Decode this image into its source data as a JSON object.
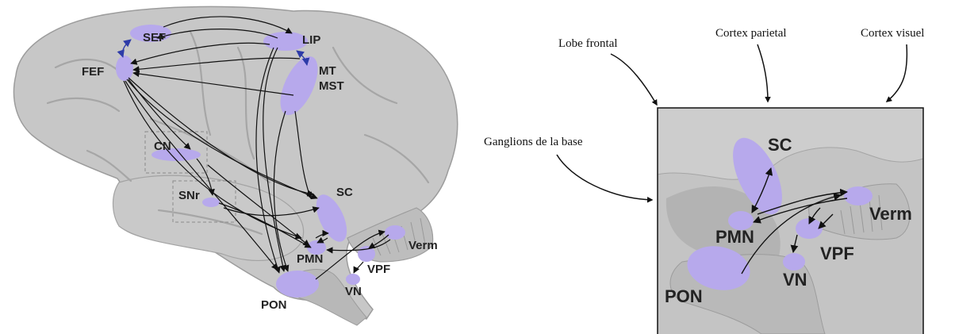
{
  "colors": {
    "region": "#b7a9ec",
    "brain": "#c7c7c7",
    "brain_dark": "#a6a6a6",
    "arrow": "#111111",
    "blue_arrow": "#2d3ba8",
    "dashed_box": "#8a8a8a"
  },
  "left_panel": {
    "labels": {
      "sef": "SEF",
      "lip": "LIP",
      "fef": "FEF",
      "mt": "MT",
      "mst": "MST",
      "cn": "CN",
      "snr": "SNr",
      "sc": "SC",
      "pmn": "PMN",
      "verm": "Verm",
      "vpf": "VPF",
      "vn": "VN",
      "pon": "PON"
    }
  },
  "right_panel": {
    "captions": {
      "lobe_frontal": "Lobe frontal",
      "cortex_parietal": "Cortex parietal",
      "cortex_visuel": "Cortex visuel",
      "ganglions": "Ganglions de la base"
    },
    "labels": {
      "sc": "SC",
      "verm": "Verm",
      "pmn": "PMN",
      "vpf": "VPF",
      "vn": "VN",
      "pon": "PON"
    }
  }
}
